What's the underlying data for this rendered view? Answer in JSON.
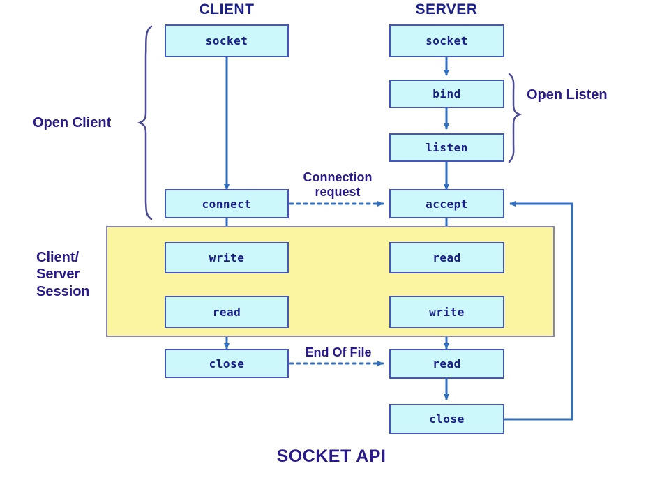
{
  "diagram": {
    "title": "SOCKET API",
    "columns": [
      {
        "name": "client",
        "label": "CLIENT"
      },
      {
        "name": "server",
        "label": "SERVER"
      }
    ],
    "group_labels": [
      {
        "name": "open-client",
        "label": "Open Client"
      },
      {
        "name": "open-listen",
        "label": "Open Listen"
      },
      {
        "name": "client-server-session",
        "line1": "Client/",
        "line2": "Server",
        "line3": "Session"
      }
    ],
    "edge_labels": [
      {
        "name": "connection-request",
        "line1": "Connection",
        "line2": "request"
      },
      {
        "name": "end-of-file",
        "label": "End Of File"
      }
    ],
    "nodes": [
      {
        "name": "client-socket",
        "label": "socket",
        "column": "client"
      },
      {
        "name": "client-connect",
        "label": "connect",
        "column": "client"
      },
      {
        "name": "client-write",
        "label": "write",
        "column": "client"
      },
      {
        "name": "client-read",
        "label": "read",
        "column": "client"
      },
      {
        "name": "client-close",
        "label": "close",
        "column": "client"
      },
      {
        "name": "server-socket",
        "label": "socket",
        "column": "server"
      },
      {
        "name": "server-bind",
        "label": "bind",
        "column": "server"
      },
      {
        "name": "server-listen",
        "label": "listen",
        "column": "server"
      },
      {
        "name": "server-accept",
        "label": "accept",
        "column": "server"
      },
      {
        "name": "server-read",
        "label": "read",
        "column": "server"
      },
      {
        "name": "server-write",
        "label": "write",
        "column": "server"
      },
      {
        "name": "server-read2",
        "label": "read",
        "column": "server"
      },
      {
        "name": "server-close",
        "label": "close",
        "column": "server"
      }
    ],
    "colors": {
      "node_fill": "#ccf7fb",
      "node_border": "#4457b8",
      "node_text": "#1b1f8a",
      "session_fill": "#fbf4a0",
      "session_border": "#8a86a8",
      "arrow": "#2f6fc4",
      "label_text": "#2a1b8a",
      "background": "#ffffff"
    }
  }
}
